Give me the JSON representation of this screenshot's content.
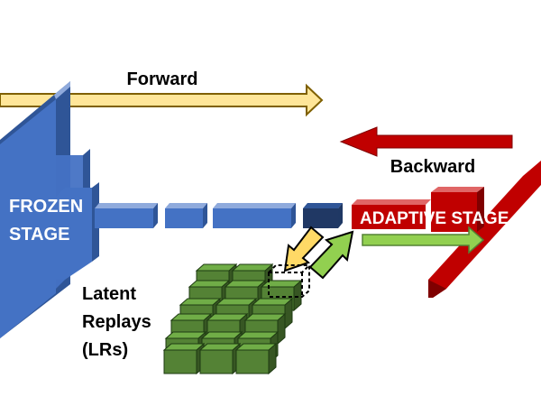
{
  "arrows": {
    "forward": {
      "label": "Forward",
      "color": "#FFE699",
      "stroke": "#7F6000"
    },
    "backward": {
      "label": "Backward",
      "color": "#C00000",
      "stroke": "#7F0000"
    }
  },
  "frozen_stage": {
    "label_line1": "FROZEN",
    "label_line2": "STAGE",
    "color": "#4472C4",
    "side_color": "#2F5597",
    "top_color": "#8FAADC"
  },
  "adaptive_stage": {
    "label": "ADAPTIVE STAGE",
    "color": "#C00000",
    "side_color": "#7F0000"
  },
  "latent_replays": {
    "label_line1": "Latent",
    "label_line2": "Replays",
    "label_line3": "(LRs)",
    "cube_color": "#548235",
    "cube_top": "#70AD47",
    "cube_side": "#375623"
  },
  "flow_arrows": {
    "store_color": "#FFD966",
    "replay_color": "#92D050",
    "to_adaptive_color": "#92D050"
  }
}
